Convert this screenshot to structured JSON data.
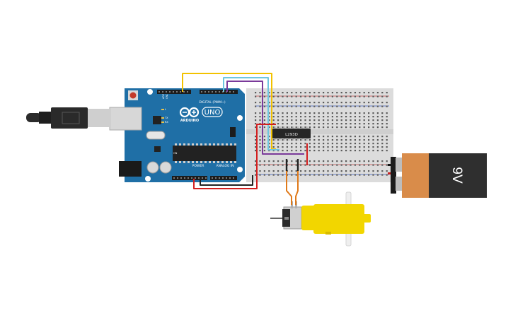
{
  "arduino": {
    "brand_text": "ARDUINO",
    "model_text": "UNO",
    "digital_header_label": "DIGITAL (PWM~)",
    "power_header_label": "POWER",
    "analog_header_label": "ANALOG IN",
    "aref_label": "AREF",
    "gnd_label": "GND",
    "tx_label": "TX",
    "rx_label": "RX",
    "l_label": "L",
    "on_label": "ON"
  },
  "chip": {
    "label": "L293D"
  },
  "battery": {
    "label": "9V",
    "body_color": "#2f2f2f",
    "band_color": "#d98c4a"
  },
  "motor": {
    "body_color": "#f2d600"
  },
  "colors": {
    "board": "#1f6fa6",
    "wire_yellow": "#f2c200",
    "wire_cyan": "#6ec6e0",
    "wire_purple": "#7a3a9a",
    "wire_red": "#d32020",
    "wire_black": "#222222",
    "wire_orange": "#e07a1a"
  }
}
